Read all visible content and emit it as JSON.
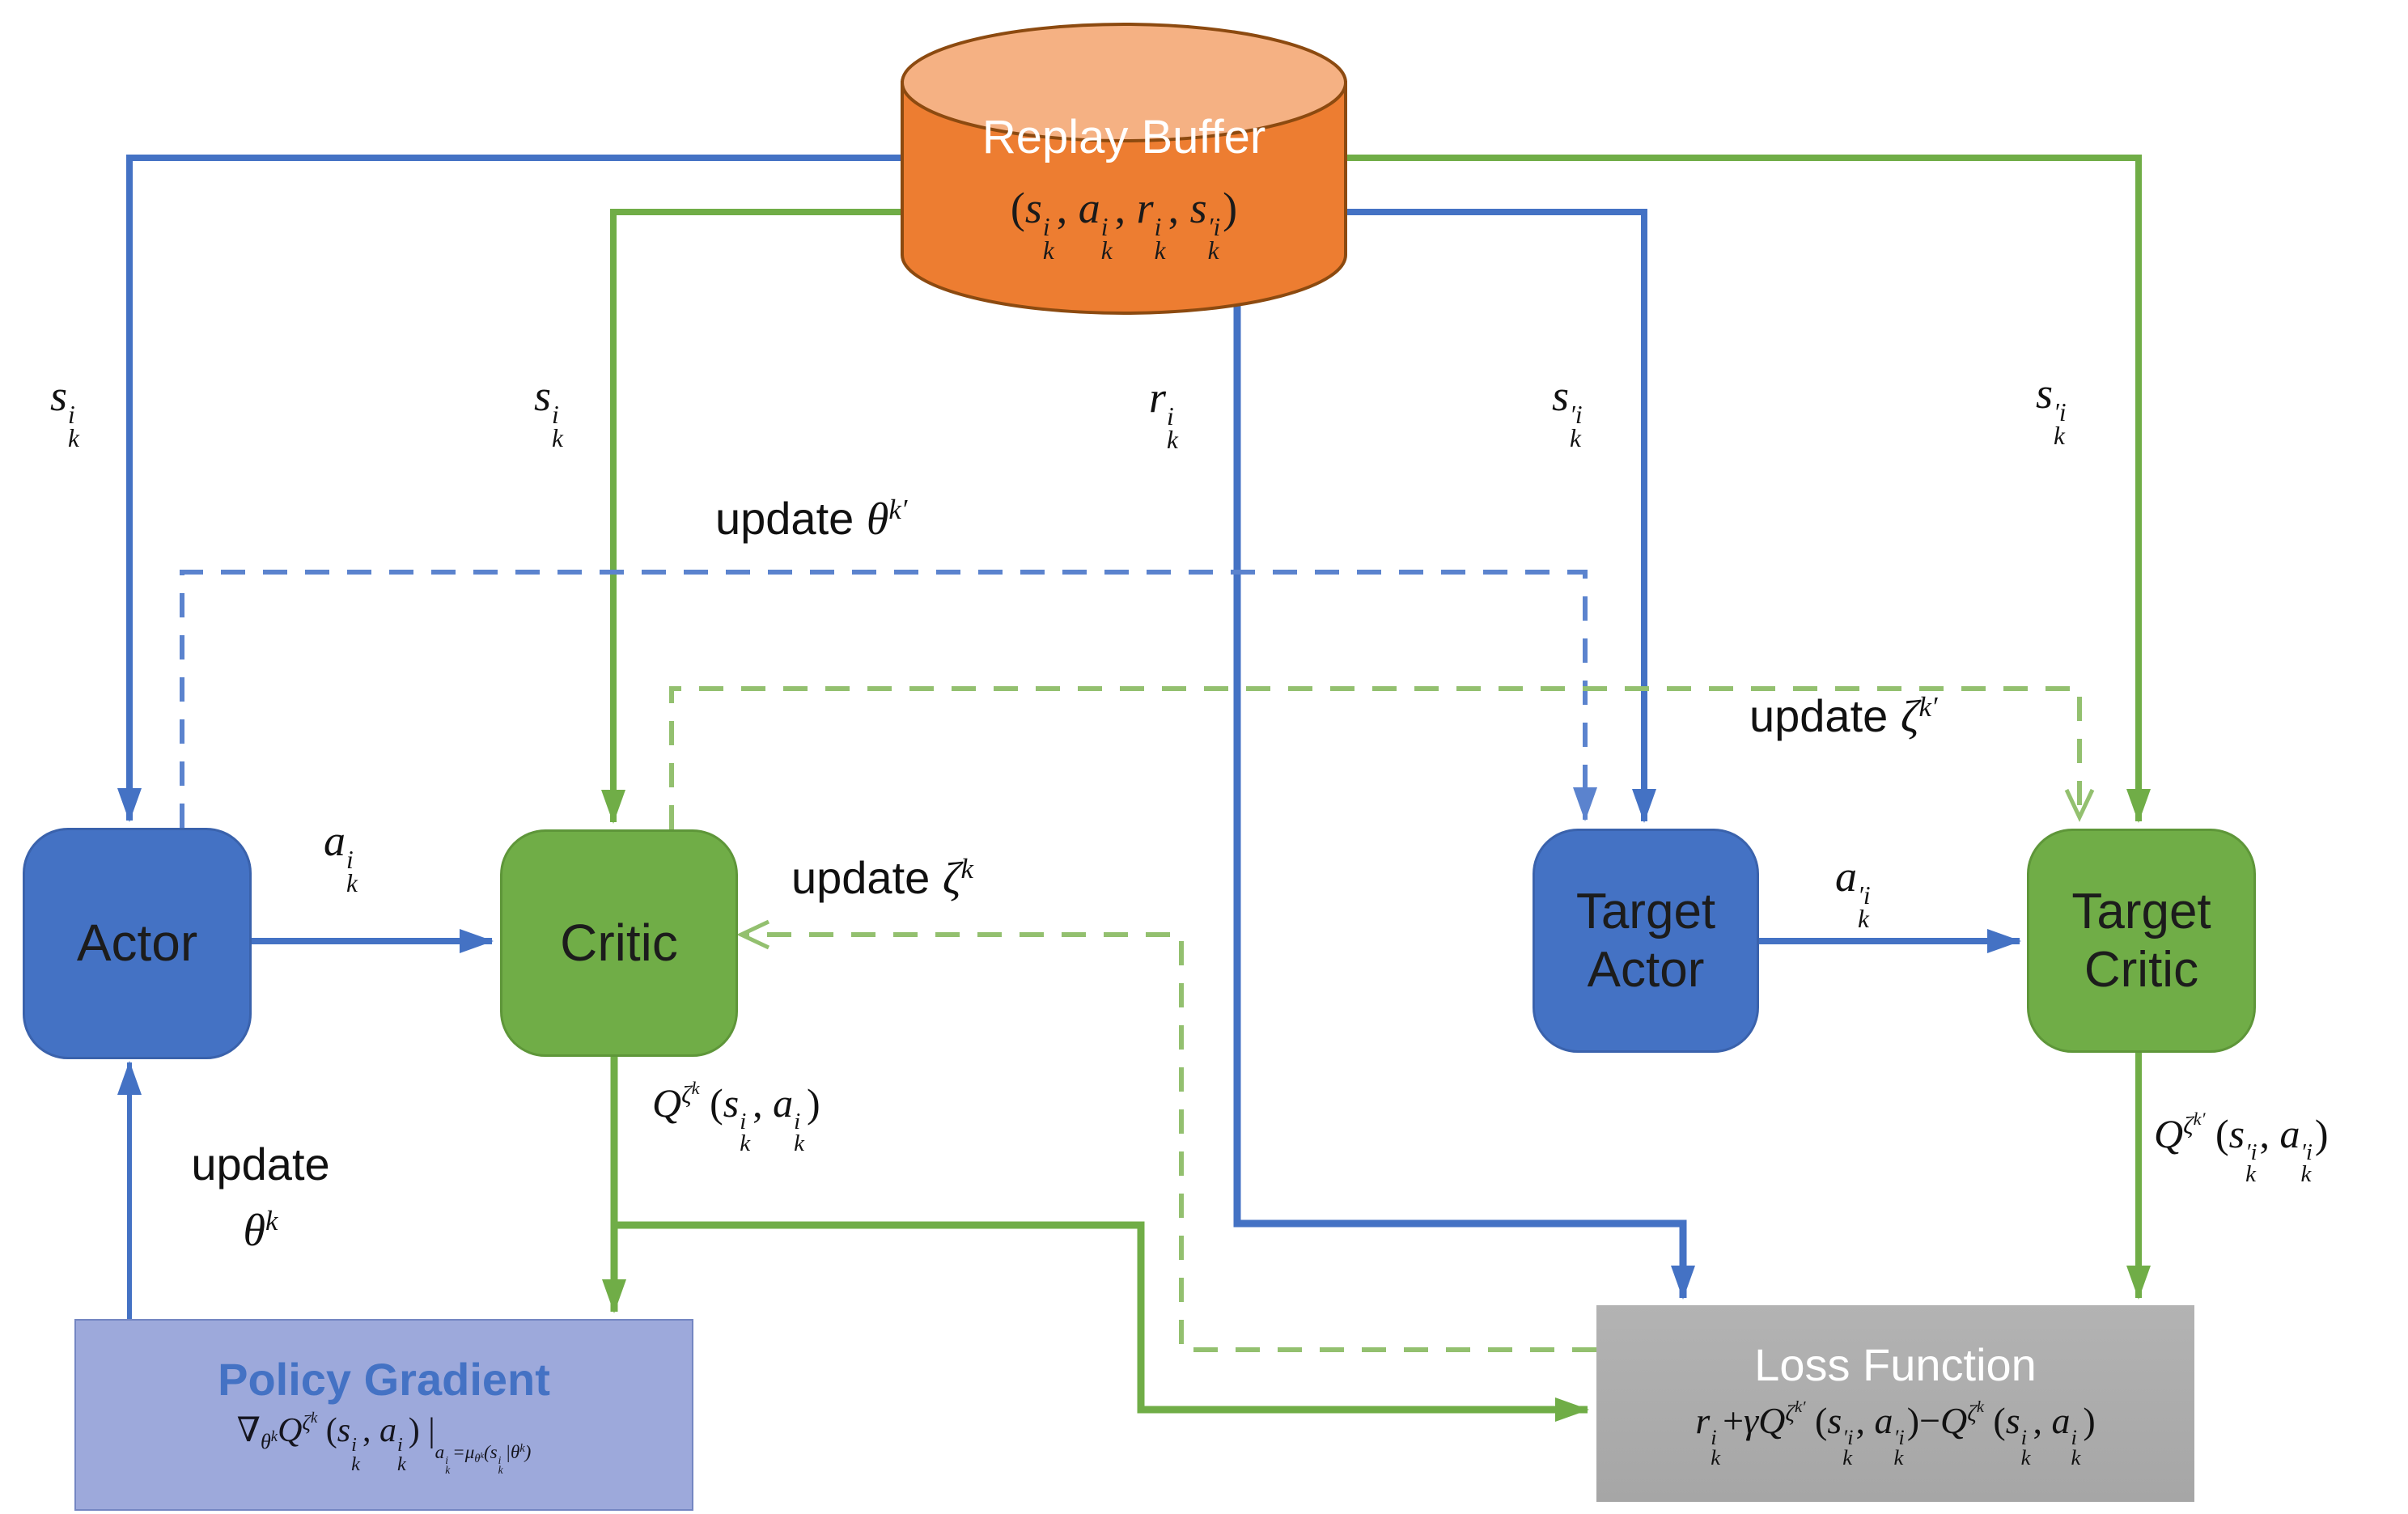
{
  "colors": {
    "blue": "#4472C4",
    "blue_dash": "#5B83CE",
    "green": "#70AD47",
    "green_dash": "#93C06F",
    "orange": "#ED7D31",
    "orange_top": "#F5B183",
    "orange_stroke": "#8C4A10",
    "pg_fill": "#9DA9DB",
    "pg_title": "#4472C4",
    "lf_fill": "#A6A6A6"
  },
  "nodes": {
    "replay_buffer": {
      "title": "Replay Buffer"
    },
    "actor": {
      "title": "Actor"
    },
    "critic": {
      "title": "Critic"
    },
    "target_actor": {
      "title": "Target Actor"
    },
    "target_critic": {
      "title": "Target Critic"
    },
    "policy_gradient": {
      "title": "Policy Gradient"
    },
    "loss_function": {
      "title": "Loss Function"
    }
  },
  "math": {
    "buffer_tuple": [
      {
        "t": "("
      },
      {
        "i": "s"
      },
      {
        "ss": {
          "sup": "i",
          "sub": "k"
        }
      },
      {
        "t": ", "
      },
      {
        "i": "a"
      },
      {
        "ss": {
          "sup": "i",
          "sub": "k"
        }
      },
      {
        "t": ", "
      },
      {
        "i": "r"
      },
      {
        "ss": {
          "sup": "i",
          "sub": "k"
        }
      },
      {
        "t": ", "
      },
      {
        "i": "s"
      },
      {
        "ss": {
          "sup": "′i",
          "sub": "k"
        }
      },
      {
        "t": ")"
      }
    ],
    "s_k_i": [
      {
        "i": "s"
      },
      {
        "ss": {
          "sup": "i",
          "sub": "k"
        }
      }
    ],
    "s_prime_k_i": [
      {
        "i": "s"
      },
      {
        "ss": {
          "sup": "′i",
          "sub": "k"
        }
      }
    ],
    "r_k_i": [
      {
        "i": "r"
      },
      {
        "ss": {
          "sup": "i",
          "sub": "k"
        }
      }
    ],
    "a_k_i": [
      {
        "i": "a"
      },
      {
        "ss": {
          "sup": "i",
          "sub": "k"
        }
      }
    ],
    "a_prime_k_i": [
      {
        "i": "a"
      },
      {
        "ss": {
          "sup": "′i",
          "sub": "k"
        }
      }
    ],
    "update_theta_target": [
      {
        "s": "update  "
      },
      {
        "i": "θ"
      },
      {
        "sup": "k′"
      }
    ],
    "update_zeta_target": [
      {
        "s": "update "
      },
      {
        "i": "ζ"
      },
      {
        "sup": "k′"
      }
    ],
    "update_zeta": [
      {
        "s": "update  "
      },
      {
        "i": "ζ"
      },
      {
        "sup": "k"
      }
    ],
    "update_word": [
      {
        "s": "update"
      }
    ],
    "theta_k": [
      {
        "i": "θ"
      },
      {
        "sup": "k"
      }
    ],
    "q_critic": [
      {
        "i": "Q"
      },
      {
        "sup": "ζ^k"
      },
      {
        "t": " ("
      },
      {
        "i": "s"
      },
      {
        "ss": {
          "sup": "i",
          "sub": "k"
        }
      },
      {
        "t": ", "
      },
      {
        "i": "a"
      },
      {
        "ss": {
          "sup": "i",
          "sub": "k"
        }
      },
      {
        "t": ")"
      }
    ],
    "q_target_critic": [
      {
        "i": "Q"
      },
      {
        "sup": "ζ^k′"
      },
      {
        "t": " ("
      },
      {
        "i": "s"
      },
      {
        "ss": {
          "sup": "′i",
          "sub": "k"
        }
      },
      {
        "t": ", "
      },
      {
        "i": "a"
      },
      {
        "ss": {
          "sup": "′i",
          "sub": "k"
        }
      },
      {
        "t": ")"
      }
    ],
    "pg_formula": [
      {
        "t": "∇"
      },
      {
        "sub": "θ^k"
      },
      {
        "i": "Q"
      },
      {
        "sup": "ζ^k"
      },
      {
        "t": " ("
      },
      {
        "i": "s"
      },
      {
        "ss": {
          "sup": "i",
          "sub": "k"
        }
      },
      {
        "t": ", "
      },
      {
        "i": "a"
      },
      {
        "ss": {
          "sup": "i",
          "sub": "k"
        }
      },
      {
        "t": ") |"
      },
      {
        "low": [
          {
            "i": "a"
          },
          {
            "ss": {
              "sup": "i",
              "sub": "k"
            }
          },
          {
            "t": "="
          },
          {
            "i": "μ"
          },
          {
            "sub": "θ^k"
          },
          {
            "t": "("
          },
          {
            "i": "s"
          },
          {
            "ss": {
              "sup": "i",
              "sub": "k"
            }
          },
          {
            "t": "|"
          },
          {
            "i": "θ"
          },
          {
            "sup": "k"
          },
          {
            "t": ")"
          }
        ]
      }
    ],
    "loss_formula": [
      {
        "i": "r"
      },
      {
        "ss": {
          "sup": "i",
          "sub": "k"
        }
      },
      {
        "t": "+"
      },
      {
        "i": "γQ"
      },
      {
        "sup": "ζ^k′"
      },
      {
        "t": " ("
      },
      {
        "i": "s"
      },
      {
        "ss": {
          "sup": "′i",
          "sub": "k"
        }
      },
      {
        "t": ", "
      },
      {
        "i": "a"
      },
      {
        "ss": {
          "sup": "′i",
          "sub": "k"
        }
      },
      {
        "t": ")−"
      },
      {
        "i": "Q"
      },
      {
        "sup": "ζ^k"
      },
      {
        "t": " ("
      },
      {
        "i": "s"
      },
      {
        "ss": {
          "sup": "i",
          "sub": "k"
        }
      },
      {
        "t": ", "
      },
      {
        "i": "a"
      },
      {
        "ss": {
          "sup": "i",
          "sub": "k"
        }
      },
      {
        "t": ")"
      }
    ]
  }
}
